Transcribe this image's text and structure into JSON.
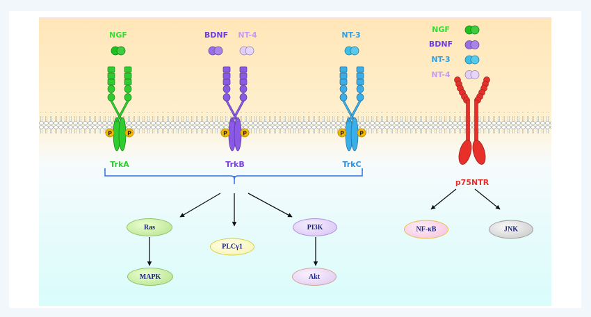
{
  "ligands_top": [
    {
      "id": "ngf",
      "label": "NGF",
      "color": "#33dd33"
    },
    {
      "id": "bdnf",
      "label": "BDNF",
      "color": "#6a3ee0"
    },
    {
      "id": "nt4",
      "label": "NT-4",
      "color": "#c79bf5"
    },
    {
      "id": "nt3",
      "label": "NT-3",
      "color": "#2aa0e8"
    }
  ],
  "legend": [
    {
      "label": "NGF",
      "color": "#33dd33",
      "ball": "#1ec21e"
    },
    {
      "label": "BDNF",
      "color": "#6a3ee0",
      "ball": "#9a6ee8"
    },
    {
      "label": "NT-3",
      "color": "#2aa0e8",
      "ball": "#3cbfe8"
    },
    {
      "label": "NT-4",
      "color": "#c79bf5",
      "ball": "#e2cdfb"
    }
  ],
  "receptors": [
    {
      "id": "trka",
      "label": "TrkA",
      "color": "#2ecc2e"
    },
    {
      "id": "trkb",
      "label": "TrkB",
      "color": "#8a5ae6"
    },
    {
      "id": "trkc",
      "label": "TrkC",
      "color": "#3aaee8"
    },
    {
      "id": "p75ntr",
      "label": "p75NTR",
      "color": "#e8302a"
    }
  ],
  "phospho_label": "P",
  "pathway_nodes": [
    {
      "id": "ras",
      "label": "Ras",
      "fill": "#cdf0a6"
    },
    {
      "id": "mapk",
      "label": "MAPK",
      "fill": "#cdf0a6"
    },
    {
      "id": "plcg1",
      "label": "PLCγ1",
      "fill": "#fbfbc8"
    },
    {
      "id": "pi3k",
      "label": "PI3K",
      "fill": "#e8d6fb"
    },
    {
      "id": "akt",
      "label": "Akt",
      "fill": "#eadcf6"
    },
    {
      "id": "nfkb",
      "label": "NF-κB",
      "fill": "#fad4ea"
    },
    {
      "id": "jnk",
      "label": "JNK",
      "fill": "#dcdcdc"
    }
  ],
  "colors": {
    "bracket": "#2f6fe0",
    "arrow": "#111111",
    "membrane": "#9aaab0"
  }
}
